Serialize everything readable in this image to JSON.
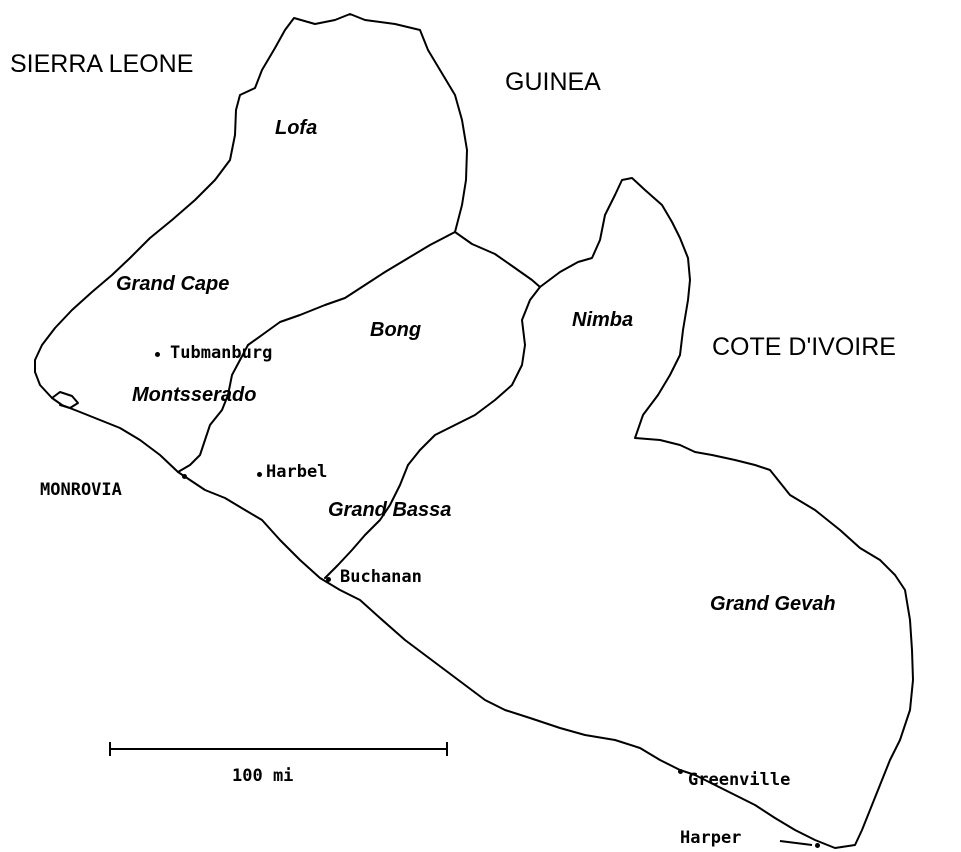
{
  "map": {
    "countries": {
      "sierra_leone": "SIERRA LEONE",
      "guinea": "GUINEA",
      "cote_divoire": "COTE D'IVOIRE"
    },
    "counties": {
      "lofa": "Lofa",
      "grand_cape": "Grand Cape",
      "bong": "Bong",
      "nimba": "Nimba",
      "montsserado": "Montsserado",
      "grand_bassa": "Grand Bassa",
      "grand_gevah": "Grand Gevah"
    },
    "cities": {
      "tubmanburg": "Tubmanburg",
      "monrovia": "MONROVIA",
      "harbel": "Harbel",
      "buchanan": "Buchanan",
      "greenville": "Greenville",
      "harper": "Harper"
    },
    "scale_bar": {
      "label": "100 mi"
    },
    "colors": {
      "ink": "#000000",
      "background": "#ffffff"
    }
  }
}
